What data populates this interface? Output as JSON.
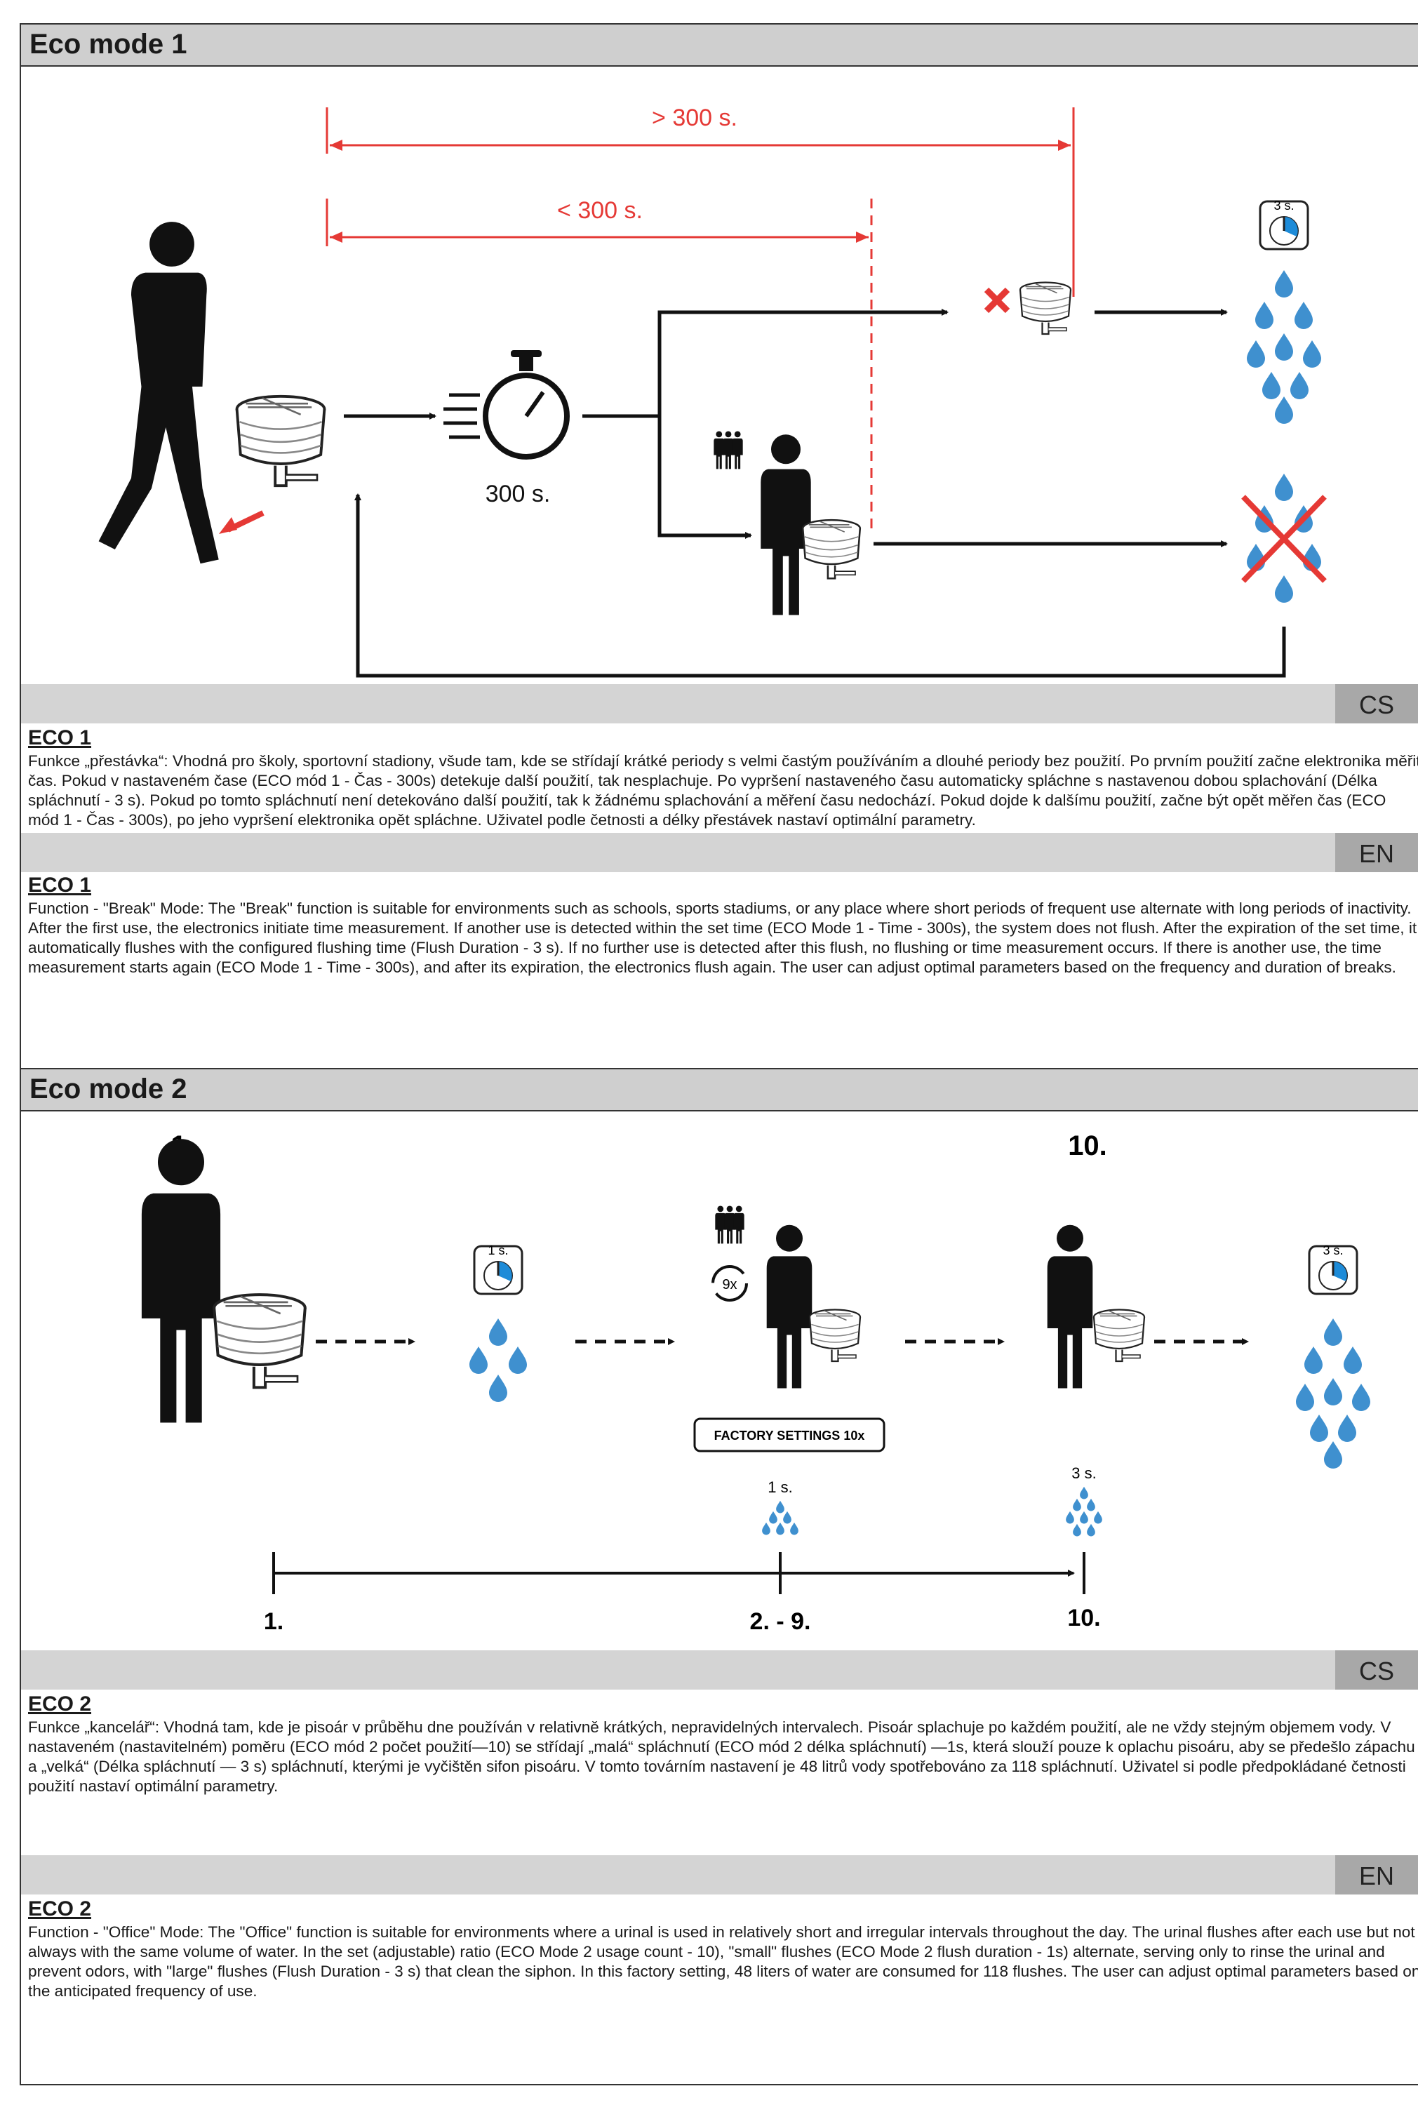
{
  "eco1": {
    "header": "Eco mode 1",
    "diagram": {
      "gt_label": "> 300 s.",
      "lt_label": "< 300 s.",
      "timer_label": "300 s.",
      "badge_label": "3 s."
    },
    "cs": {
      "lang": "CS",
      "title": "ECO 1",
      "text": "Funkce „přestávka“: Vhodná pro školy, sportovní stadiony, všude tam, kde se střídají krátké periody s velmi častým používáním a dlouhé periody bez použití. Po prvním použití začne elektronika měřit čas. Pokud v nastaveném čase (ECO mód 1 - Čas - 300s) detekuje další použití, tak nesplachuje. Po vypršení nastaveného času automaticky spláchne s nastavenou dobou splachování (Délka spláchnutí - 3 s). Pokud po tomto spláchnutí není detekováno další použití, tak k žádnému splachování a měření času nedochází. Pokud dojde k dalšímu použití, začne být opět měřen čas (ECO mód 1 - Čas - 300s), po jeho vypršení elektronika opět spláchne. Uživatel podle četnosti a délky přestávek nastaví optimální parametry."
    },
    "en": {
      "lang": "EN",
      "title": "ECO 1",
      "text": "Function - \"Break\" Mode: The \"Break\" function is suitable for environments such as schools, sports stadiums, or any place where short periods of frequent use alternate with long periods of inactivity. After the first use, the electronics initiate time measurement. If another use is detected within the set time (ECO Mode 1 - Time - 300s), the system does not flush. After the expiration of the set time, it automatically flushes with the configured flushing time (Flush Duration - 3 s). If no further use is detected after this flush, no flushing or time measurement occurs. If there is another use, the time measurement starts again (ECO Mode 1 - Time - 300s), and after its expiration, the electronics flush again. The user can adjust optimal parameters based on the frequency and duration of breaks."
    }
  },
  "eco2": {
    "header": "Eco mode 2",
    "diagram": {
      "step_first": "1.",
      "step_last": "10.",
      "badge_small": "1 s.",
      "badge_large": "3 s.",
      "repeat_label": "9x",
      "factory_label": "FACTORY SETTINGS 10x",
      "small_flush": "1 s.",
      "large_flush": "3 s.",
      "timeline": [
        "1.",
        "2. - 9.",
        "10."
      ]
    },
    "cs": {
      "lang": "CS",
      "title": "ECO 2",
      "text": "Funkce „kancelář“: Vhodná tam, kde je pisoár v průběhu dne používán v relativně krátkých, nepravidelných intervalech. Pisoár splachuje po každém použití, ale ne vždy stejným objemem vody. V nastaveném (nastavitelném) poměru (ECO mód 2 počet použití—10) se střídají „malá“ spláchnutí (ECO mód 2 délka spláchnutí) —1s, která slouží pouze k oplachu pisoáru, aby se předešlo zápachu a „velká“ (Délka spláchnutí — 3 s) spláchnutí, kterými je vyčištěn sifon pisoáru. V tomto továrním nastavení je 48 litrů vody spotřebováno za 118 spláchnutí.  Uživatel si podle předpokládané četnosti použití nastaví optimální parametry."
    },
    "en": {
      "lang": "EN",
      "title": "ECO 2",
      "text": " Function - \"Office\" Mode: The \"Office\" function is suitable for environments where a urinal is used in relatively short and irregular intervals throughout the day. The urinal flushes after each use but not always with the same volume of water. In the set (adjustable) ratio (ECO Mode 2 usage count - 10), \"small\" flushes (ECO Mode 2 flush duration - 1s) alternate, serving only to rinse the urinal and prevent odors, with \"large\" flushes (Flush Duration - 3 s) that clean the siphon. In this factory setting, 48 liters of water are consumed for 118 flushes. The user can adjust optimal parameters based on the anticipated frequency of use."
    }
  },
  "colors": {
    "accent_red": "#e53935",
    "water_blue": "#3f90cf",
    "badge_blue": "#1d8bd8"
  }
}
